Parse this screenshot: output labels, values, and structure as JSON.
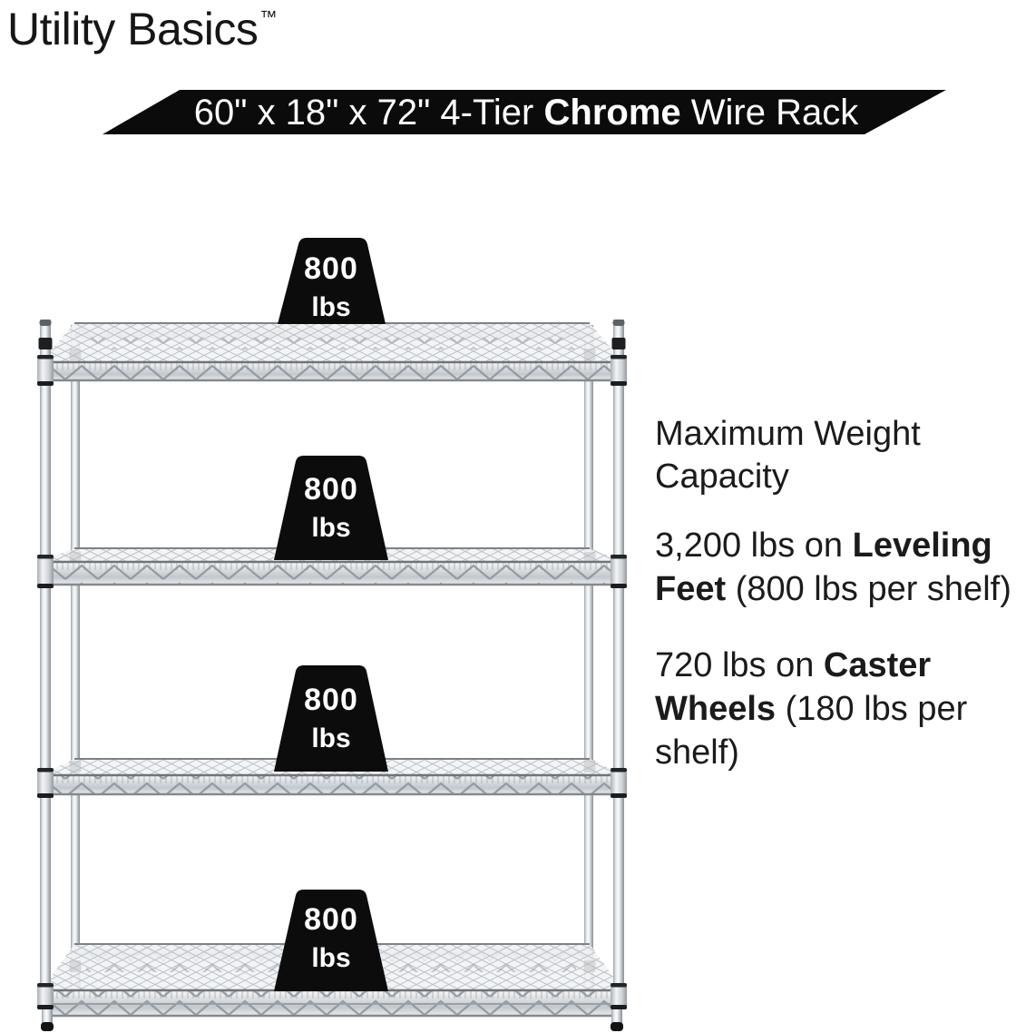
{
  "brand": {
    "name": "Utility Basics",
    "trademark": "™"
  },
  "banner": {
    "prefix": "60\" x 18\" x 72\" 4-Tier ",
    "highlight": "Chrome",
    "suffix": " Wire Rack",
    "background": "#0b0b0b",
    "text_color": "#ffffff"
  },
  "rack": {
    "tier_count": 4,
    "tiers": [
      {
        "load": "800",
        "unit": "lbs"
      },
      {
        "load": "800",
        "unit": "lbs"
      },
      {
        "load": "800",
        "unit": "lbs"
      },
      {
        "load": "800",
        "unit": "lbs"
      }
    ]
  },
  "capacity_info": {
    "heading": "Maximum Weight Capacity",
    "leveling_feet": {
      "lead": "3,200 lbs on ",
      "emphasis": "Leveling Feet",
      "tail": " (800 lbs per shelf)"
    },
    "caster_wheels": {
      "lead": "720 lbs on ",
      "emphasis": "Caster Wheels",
      "tail": " (180 lbs per shelf)"
    }
  },
  "colors": {
    "label_bg": "#0c0c0c",
    "label_text": "#ffffff",
    "body_text": "#1b1b1b",
    "chrome_light": "#fbfcfd",
    "chrome_mid": "#c9cdd1",
    "chrome_dark": "#8f969c"
  }
}
